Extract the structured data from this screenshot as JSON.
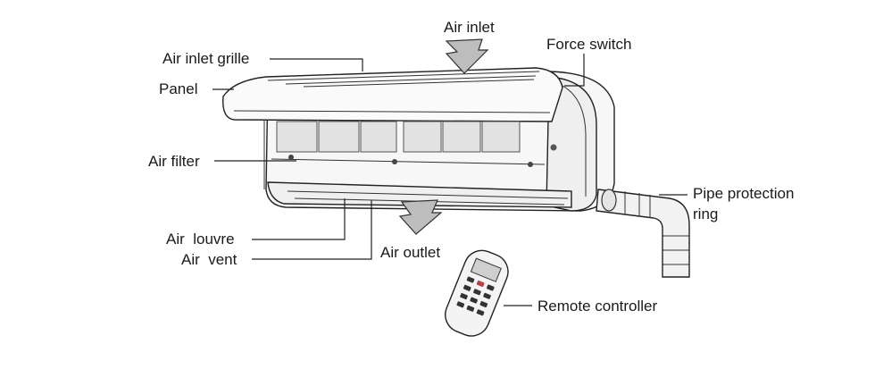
{
  "diagram": {
    "labels": {
      "air_inlet": "Air inlet",
      "force_switch": "Force switch",
      "air_inlet_grille": "Air inlet grille",
      "panel": "Panel",
      "air_filter": "Air filter",
      "pipe_protection_ring_line1": "Pipe protection",
      "pipe_protection_ring_line2": "ring",
      "air_louvre": "Air  louvre",
      "air_vent": "Air  vent",
      "air_outlet": "Air outlet",
      "remote_controller": "Remote controller"
    }
  }
}
